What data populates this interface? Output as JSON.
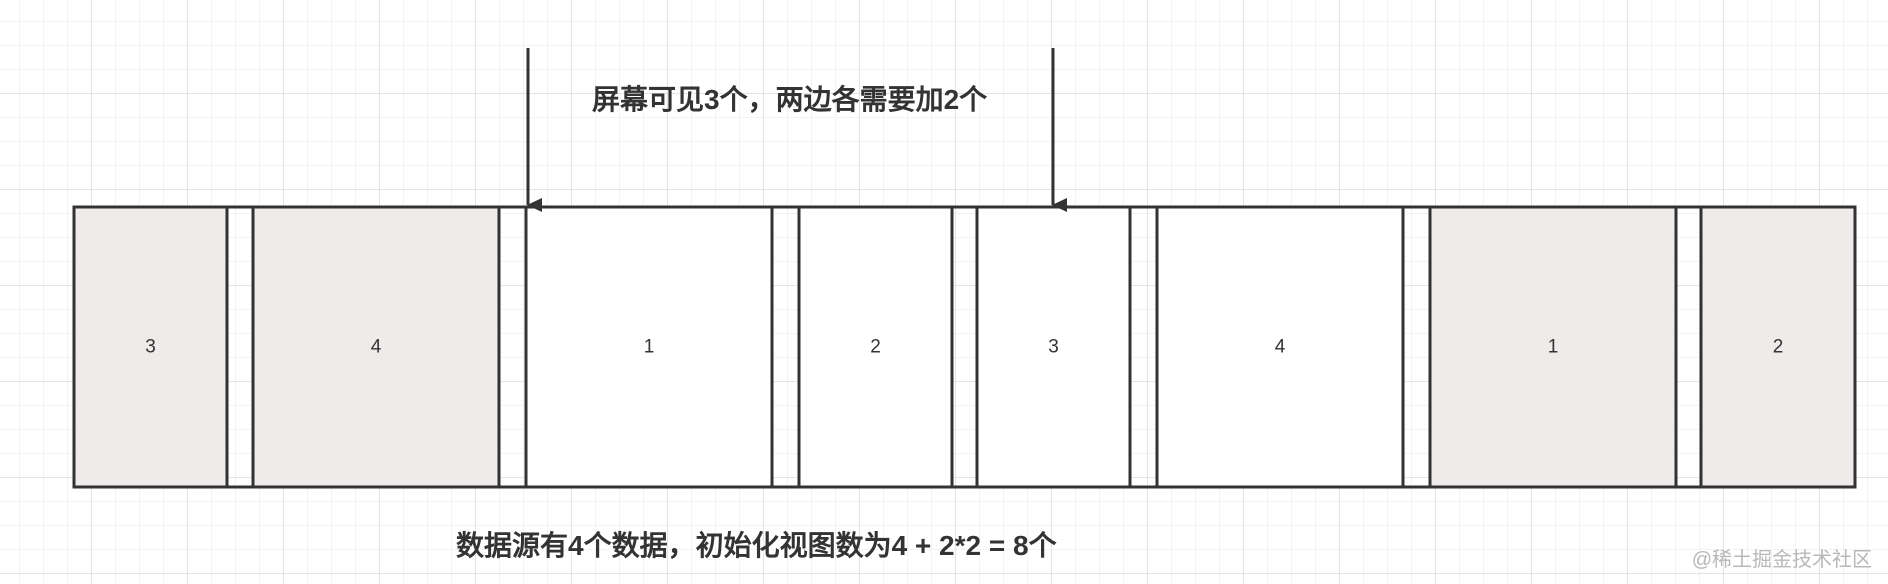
{
  "top_annotation": "屏幕可见3个，两边各需要加2个",
  "bottom_annotation": "数据源有4个数据，初始化视图数为4 + 2*2 = 8个",
  "watermark": "@稀土掘金技术社区",
  "cells": [
    {
      "label": "3",
      "kind": "padding"
    },
    {
      "label": "4",
      "kind": "padding"
    },
    {
      "label": "1",
      "kind": "data"
    },
    {
      "label": "2",
      "kind": "data"
    },
    {
      "label": "3",
      "kind": "data"
    },
    {
      "label": "4",
      "kind": "data"
    },
    {
      "label": "1",
      "kind": "padding"
    },
    {
      "label": "2",
      "kind": "padding"
    }
  ],
  "colors": {
    "padding_fill": "#efebea",
    "data_fill": "#ffffff",
    "stroke": "#333333",
    "text": "#333333"
  }
}
